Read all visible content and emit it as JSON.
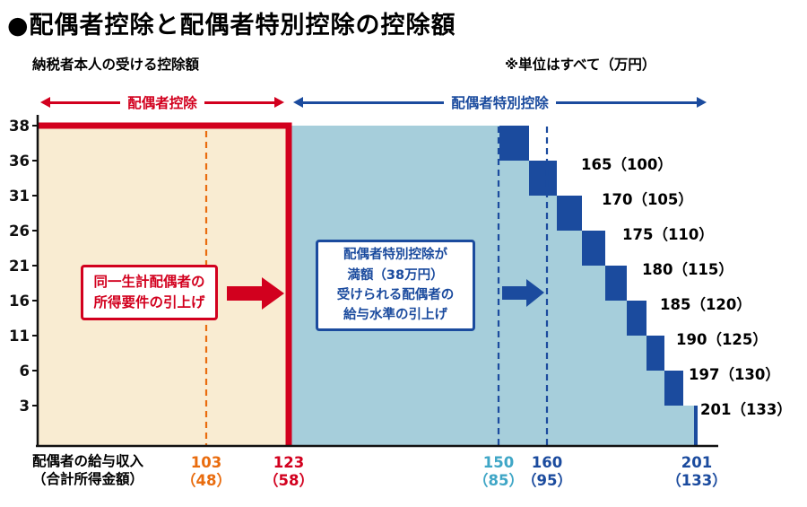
{
  "title": "●配偶者控除と配偶者特別控除の控除額",
  "ylabel": "納税者本人の受ける控除額",
  "unit_note": "※単位はすべて（万円）",
  "xlabel_line1": "配偶者の給与収入",
  "xlabel_line2": "（合計所得金額）",
  "header_arrows": [
    {
      "label": "配偶者控除"
    },
    {
      "label": "配偶者特別控除"
    }
  ],
  "callouts": [
    {
      "lines": [
        "同一生計配偶者の",
        "所得要件の引上げ"
      ]
    },
    {
      "lines": [
        "配偶者特別控除が",
        "満額（38万円）",
        "受けられる配偶者の",
        "給与水準の引上げ"
      ]
    }
  ],
  "colors": {
    "red": "#d2001e",
    "navy": "#1b4b9e",
    "orange": "#e96c0e",
    "cyan": "#3fa6c6",
    "cream": "#f9ecd2",
    "lightblue": "#a6cedb",
    "black": "#111111"
  },
  "chart_data": {
    "type": "step-area",
    "title": "配偶者控除と配偶者特別控除の控除額",
    "xlabel": "配偶者の給与収入（合計所得金額）",
    "ylabel": "納税者本人の受ける控除額",
    "unit": "万円",
    "y_ticks": [
      38,
      36,
      31,
      26,
      21,
      16,
      11,
      6,
      3
    ],
    "regions": [
      {
        "name": "配偶者控除",
        "salary_from": 0,
        "salary_to": 123,
        "deduction": 38,
        "fill": "cream"
      },
      {
        "name": "配偶者特別控除",
        "salary_from": 123,
        "salary_to": 201,
        "fill": "lightblue"
      }
    ],
    "steps": [
      {
        "deduction": 38,
        "salary_upto": 150,
        "income_upto": 85
      },
      {
        "deduction": 36,
        "salary_upto": 165,
        "income_upto": 100
      },
      {
        "deduction": 31,
        "salary_upto": 170,
        "income_upto": 105
      },
      {
        "deduction": 26,
        "salary_upto": 175,
        "income_upto": 110
      },
      {
        "deduction": 21,
        "salary_upto": 180,
        "income_upto": 115
      },
      {
        "deduction": 16,
        "salary_upto": 185,
        "income_upto": 120
      },
      {
        "deduction": 11,
        "salary_upto": 190,
        "income_upto": 125
      },
      {
        "deduction": 6,
        "salary_upto": 197,
        "income_upto": 130
      },
      {
        "deduction": 3,
        "salary_upto": 201,
        "income_upto": 133
      }
    ],
    "x_key_points": [
      {
        "salary": 103,
        "income": 48,
        "label_color": "orange",
        "dash_color": "orange"
      },
      {
        "salary": 123,
        "income": 58,
        "label_color": "red",
        "dash_color": null
      },
      {
        "salary": 150,
        "income": 85,
        "label_color": "cyan",
        "dash_color": "navy"
      },
      {
        "salary": 160,
        "income": 95,
        "label_color": "navy",
        "dash_color": "navy"
      },
      {
        "salary": 201,
        "income": 133,
        "label_color": "navy",
        "dash_color": null
      }
    ]
  }
}
